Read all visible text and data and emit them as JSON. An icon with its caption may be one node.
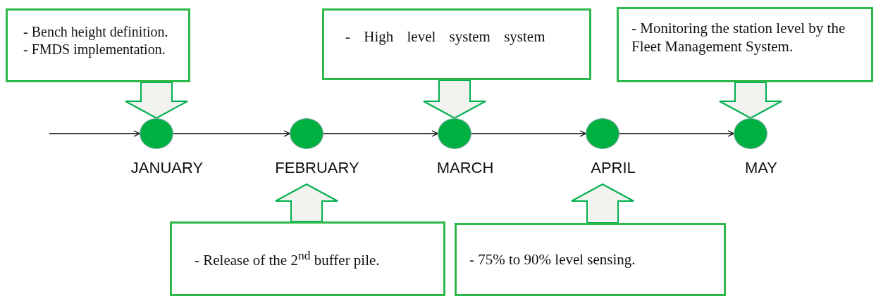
{
  "diagram": {
    "nodes": [
      {
        "text": [
          "- Bench height definition.",
          "- FMDS implementation."
        ]
      },
      {
        "text": [
          "- High level system system"
        ]
      },
      {
        "text": [
          "- Monitoring the station level by the Fleet Management System."
        ]
      },
      {
        "text": [],
        "shape": "circle",
        "beside": [
          "JANUARY"
        ]
      },
      {
        "text": [],
        "shape": "circle",
        "beside": [
          "FEBRUARY"
        ]
      },
      {
        "text": [],
        "shape": "circle",
        "beside": [
          "MARCH"
        ]
      },
      {
        "text": [],
        "shape": "circle",
        "beside": [
          "APRIL"
        ]
      },
      {
        "text": [],
        "shape": "circle",
        "beside": [
          "MAY"
        ]
      },
      {
        "text": [
          "- Release of the 2$^{nd}$ buffer pile."
        ]
      },
      {
        "text": [
          "- 75% to 90% level sensing."
        ]
      }
    ],
    "edges": [
      {
        "from": null,
        "to": 3,
        "arrow": "to"
      },
      {
        "from": 3,
        "to": 4,
        "arrow": "to"
      },
      {
        "from": 4,
        "to": 5,
        "arrow": "to"
      },
      {
        "from": 5,
        "to": 6,
        "arrow": "to"
      },
      {
        "from": 6,
        "to": 7,
        "arrow": "to"
      },
      {
        "from": 0,
        "to": 3,
        "arrow": "to",
        "style": "thick",
        "color": "#00b050"
      },
      {
        "from": 1,
        "to": 5,
        "arrow": "to",
        "style": "thick",
        "color": "#00b050"
      },
      {
        "from": 2,
        "to": 7,
        "arrow": "to",
        "style": "thick",
        "color": "#00b050"
      },
      {
        "from": 8,
        "to": 4,
        "arrow": "to",
        "style": "thick",
        "color": "#00b050"
      },
      {
        "from": 9,
        "to": 6,
        "arrow": "to",
        "style": "thick",
        "color": "#00b050"
      }
    ]
  }
}
